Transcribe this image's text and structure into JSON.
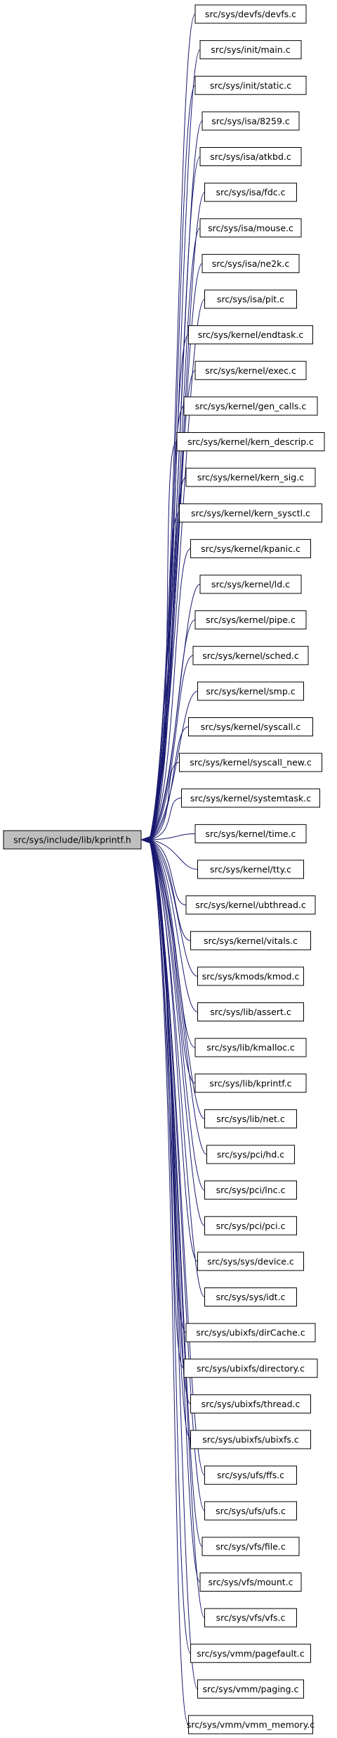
{
  "root": {
    "label": "src/sys/include/lib/kprintf.h"
  },
  "nodes": [
    "src/sys/devfs/devfs.c",
    "src/sys/init/main.c",
    "src/sys/init/static.c",
    "src/sys/isa/8259.c",
    "src/sys/isa/atkbd.c",
    "src/sys/isa/fdc.c",
    "src/sys/isa/mouse.c",
    "src/sys/isa/ne2k.c",
    "src/sys/isa/pit.c",
    "src/sys/kernel/endtask.c",
    "src/sys/kernel/exec.c",
    "src/sys/kernel/gen_calls.c",
    "src/sys/kernel/kern_descrip.c",
    "src/sys/kernel/kern_sig.c",
    "src/sys/kernel/kern_sysctl.c",
    "src/sys/kernel/kpanic.c",
    "src/sys/kernel/ld.c",
    "src/sys/kernel/pipe.c",
    "src/sys/kernel/sched.c",
    "src/sys/kernel/smp.c",
    "src/sys/kernel/syscall.c",
    "src/sys/kernel/syscall_new.c",
    "src/sys/kernel/systemtask.c",
    "src/sys/kernel/time.c",
    "src/sys/kernel/tty.c",
    "src/sys/kernel/ubthread.c",
    "src/sys/kernel/vitals.c",
    "src/sys/kmods/kmod.c",
    "src/sys/lib/assert.c",
    "src/sys/lib/kmalloc.c",
    "src/sys/lib/kprintf.c",
    "src/sys/lib/net.c",
    "src/sys/pci/hd.c",
    "src/sys/pci/lnc.c",
    "src/sys/pci/pci.c",
    "src/sys/sys/device.c",
    "src/sys/sys/idt.c",
    "src/sys/ubixfs/dirCache.c",
    "src/sys/ubixfs/directory.c",
    "src/sys/ubixfs/thread.c",
    "src/sys/ubixfs/ubixfs.c",
    "src/sys/ufs/ffs.c",
    "src/sys/ufs/ufs.c",
    "src/sys/vfs/file.c",
    "src/sys/vfs/mount.c",
    "src/sys/vfs/vfs.c",
    "src/sys/vmm/pagefault.c",
    "src/sys/vmm/paging.c",
    "src/sys/vmm/vmm_memory.c"
  ]
}
